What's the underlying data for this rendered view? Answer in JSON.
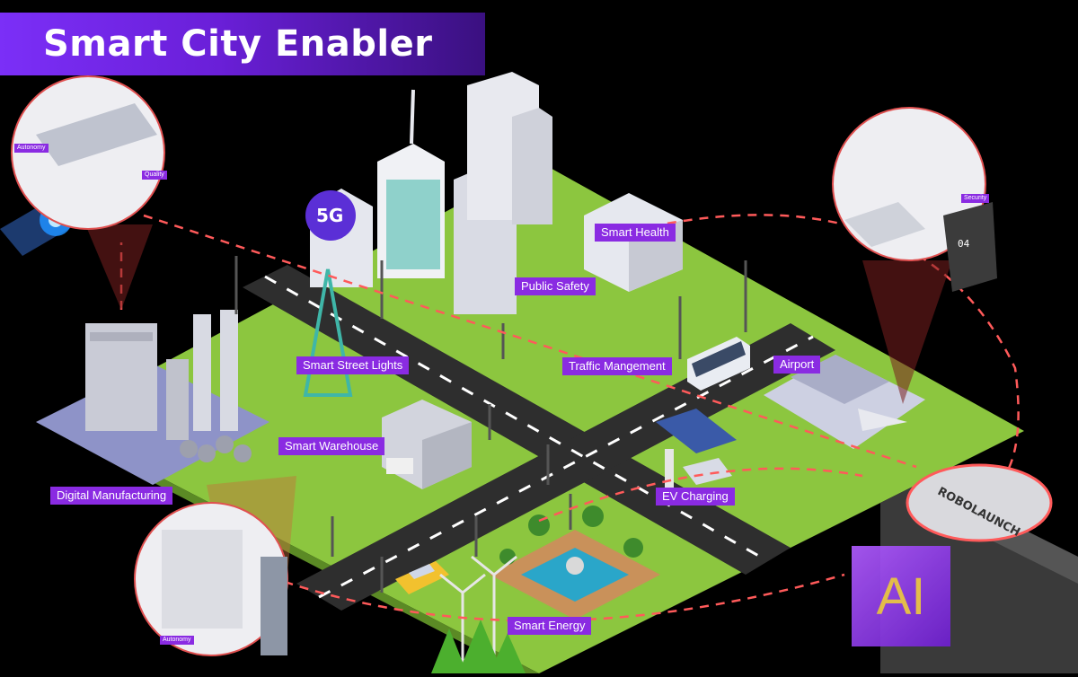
{
  "title": "Smart City Enabler",
  "labels": {
    "smart_health": "Smart Health",
    "public_safety": "Public Safety",
    "smart_street_lights": "Smart Street Lights",
    "traffic_management": "Traffic Mangement",
    "airport": "Airport",
    "smart_warehouse": "Smart Warehouse",
    "digital_manufacturing": "Digital Manufacturing",
    "ev_charging": "EV Charging",
    "smart_energy": "Smart Energy"
  },
  "tower_badge": "5G",
  "brand": "ROBOLAUNCH",
  "ai_text": "AI",
  "robot_number": "04",
  "inset_tags": {
    "autonomy_top": "Autonomy",
    "quality": "Quality",
    "security": "Security",
    "autonomy_bottom": "Autonomy"
  },
  "colors": {
    "background": "#000000",
    "title_banner": "#7b2ff7",
    "label": "#8a2be2",
    "grass": "#8cc63f",
    "road": "#2e2e2e",
    "connection_line": "#ff5a5a",
    "ai_text": "#f2c94c"
  }
}
